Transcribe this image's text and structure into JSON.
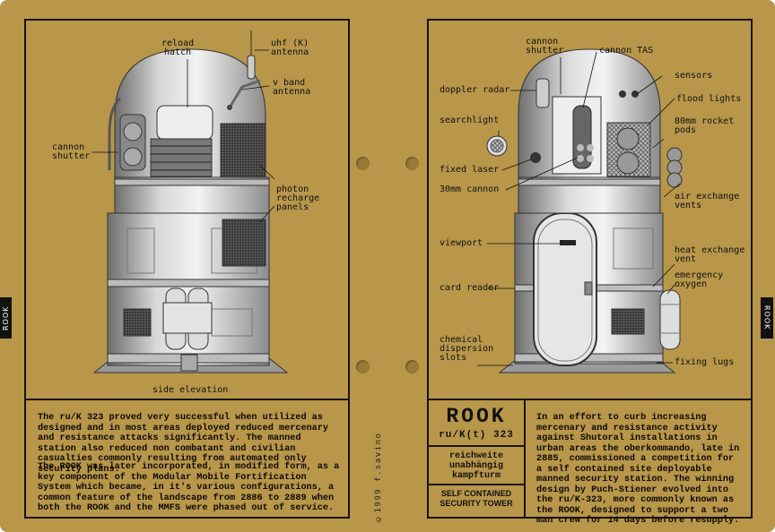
{
  "left_page": {
    "tab": "ROOK",
    "caption": "side elevation",
    "callouts": {
      "reload_hatch": "reload\nhatch",
      "uhf_antenna": "uhf (K)\nantenna",
      "v_band_antenna": "v band\nantenna",
      "cannon_shutter": "cannon\nshutter",
      "photon_panels": "photon\nrecharge\npanels"
    },
    "paragraph_1": "The ru/K 323 proved very successful when utilized as designed and in most areas deployed reduced mercenary and resistance attacks significantly. The manned station also reduced non combatant and civilian casualties commonly resulting from automated only security plans.",
    "paragraph_2": "The ROOK was later incorporated, in modified form, as a key component of the Modular Mobile Fortification System which became, in it's various configurations, a common feature of the landscape from 2886 to 2889 when both the ROOK and the MMFS were phased out of service.",
    "credit": "©1999 f.savino"
  },
  "right_page": {
    "tab": "ROOK",
    "callouts": {
      "cannon_shutter": "cannon\nshutter",
      "cannon_tas": "cannon TAS",
      "sensors": "sensors",
      "doppler_radar": "doppler radar",
      "flood_lights": "flood lights",
      "rocket_pods": "80mm rocket\npods",
      "searchlight": "searchlight",
      "fixed_laser": "fixed laser",
      "cannon_30mm": "30mm cannon",
      "air_exchange": "air exchange\nvents",
      "viewport": "viewport",
      "heat_exchange": "heat exchange\nvent",
      "emergency_oxygen": "emergency\noxygen",
      "card_reader": "card reader",
      "chemical_dispersion": "chemical\ndispersion\nslots",
      "fixing_lugs": "fixing lugs"
    },
    "title": "ROOK",
    "designation": "ru/K(t) 323",
    "german_name": "reichweite\nunabhängig\nkampfturm",
    "subtitle": "SELF CONTAINED\nSECURITY TOWER",
    "paragraph": "In an effort to curb increasing mercenary and resistance activity against Shutoral installations in urban areas the oberkommando, late in 2885, commissioned a competition for a self contained site deployable manned security station. The winning design by Puch-Stiener evolved into the ru/K-323, more commonly known as the ROOK, designed to support a two man crew for 14 days before resupply."
  },
  "colors": {
    "paper": "#b8964a",
    "ink": "#1a1408",
    "metal_light": "#e8e8e8",
    "metal_dark": "#7a7a7a"
  }
}
